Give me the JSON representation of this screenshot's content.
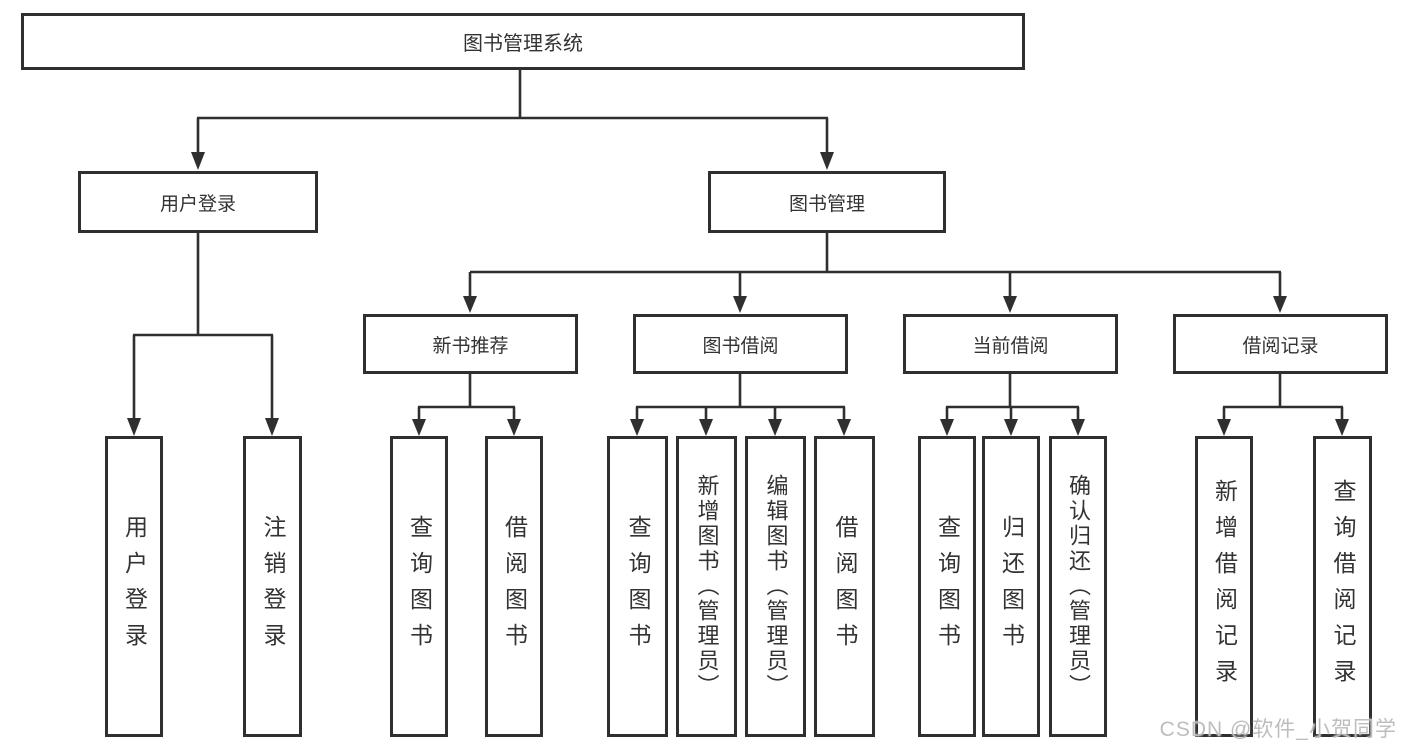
{
  "diagram": {
    "root": "图书管理系统",
    "level2": [
      {
        "label": "用户登录"
      },
      {
        "label": "图书管理"
      }
    ],
    "level3": [
      {
        "label": "新书推荐"
      },
      {
        "label": "图书借阅"
      },
      {
        "label": "当前借阅"
      },
      {
        "label": "借阅记录"
      }
    ],
    "leaves": {
      "user_login": [
        "用户登录",
        "注销登录"
      ],
      "new_book": [
        "查询图书",
        "借阅图书"
      ],
      "book_borrow": [
        "查询图书",
        "新增图书（管理员）",
        "编辑图书（管理员）",
        "借阅图书"
      ],
      "current_borrow": [
        "查询图书",
        "归还图书",
        "确认归还（管理员）"
      ],
      "records": [
        "新增借阅记录",
        "查询借阅记录"
      ]
    }
  },
  "watermark": "CSDN @软件_小贺同学",
  "colors": {
    "line": "#2f2f2f",
    "text": "#333333",
    "background": "#ffffff",
    "watermark": "#b9b9b9"
  }
}
